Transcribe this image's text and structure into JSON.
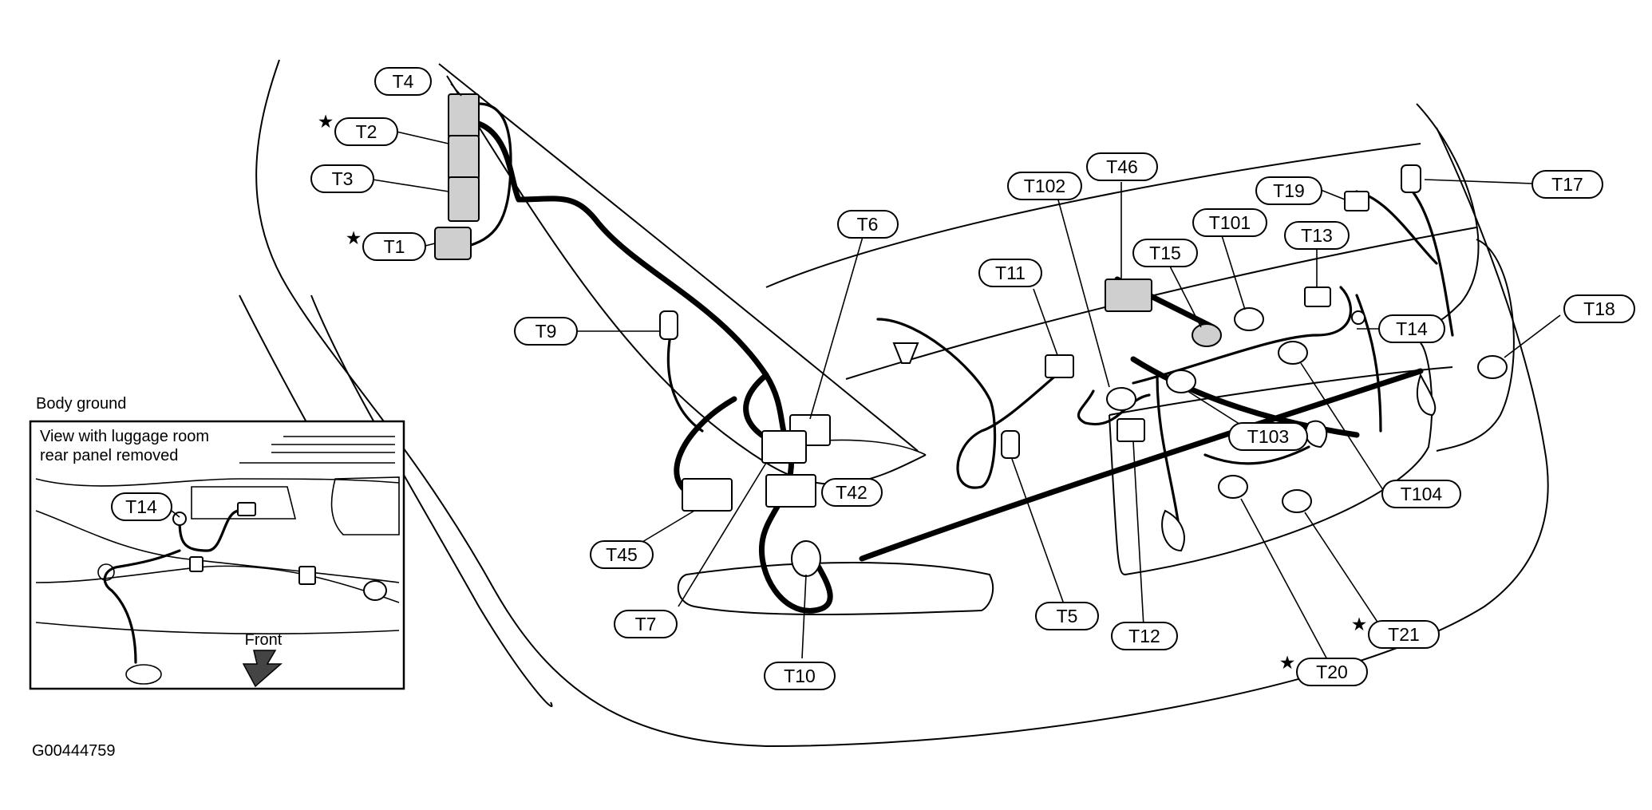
{
  "labels": {
    "T1": "T1",
    "T2": "T2",
    "T3": "T3",
    "T4": "T4",
    "T5": "T5",
    "T6": "T6",
    "T7": "T7",
    "T9": "T9",
    "T10": "T10",
    "T11": "T11",
    "T12": "T12",
    "T13": "T13",
    "T14": "T14",
    "T15": "T15",
    "T17": "T17",
    "T18": "T18",
    "T19": "T19",
    "T20": "T20",
    "T21": "T21",
    "T42": "T42",
    "T45": "T45",
    "T46": "T46",
    "T101": "T101",
    "T102": "T102",
    "T103": "T103",
    "T104": "T104",
    "T14_inset": "T14"
  },
  "star_symbol": "★",
  "inset": {
    "title": "Body ground",
    "view_line1": "View with luggage room",
    "view_line2": "rear panel removed",
    "front": "Front"
  },
  "figure_id": "G00444759"
}
